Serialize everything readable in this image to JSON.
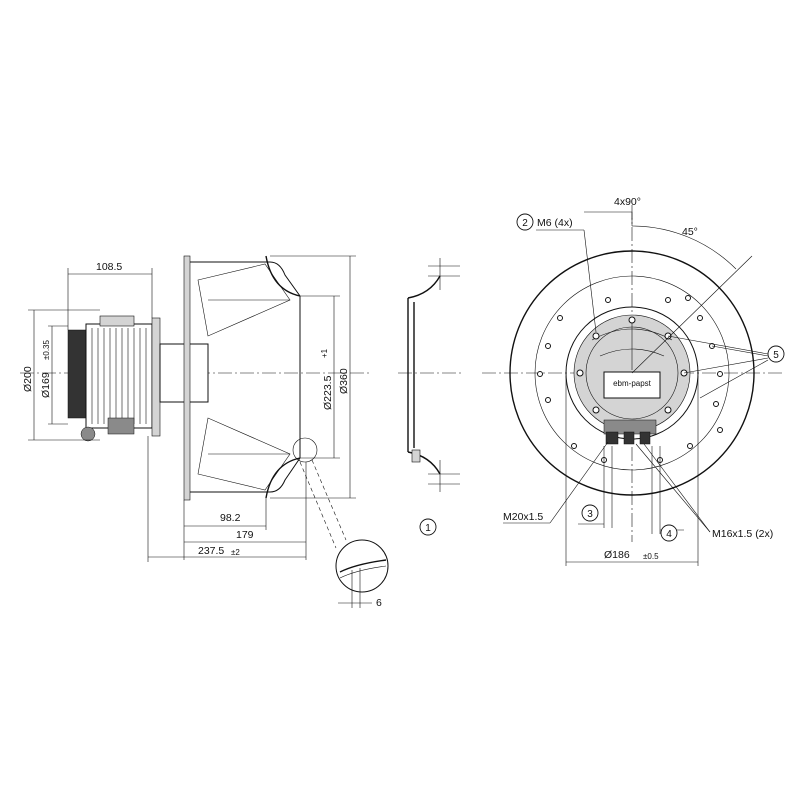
{
  "side_view": {
    "dim_motor_length": "108.5",
    "dim_outer_dia": "Ø200",
    "dim_mount_dia": "Ø169",
    "dim_mount_tol": "±0.35",
    "dim_impeller_depth": "98.2",
    "dim_depth_179": "179",
    "dim_total_depth": "237.5",
    "dim_total_tol": "±2",
    "dim_inlet_dia": "Ø223.5",
    "dim_inlet_tol": "+1",
    "dim_impeller_dia": "Ø360",
    "dim_detail_gap": "6"
  },
  "inlet_ring": {
    "balloon": "1"
  },
  "front_view": {
    "angle_pitch": "4x90°",
    "angle_offset": "45°",
    "thread_m6": "M6 (4x)",
    "balloon_2": "2",
    "balloon_3": "3",
    "balloon_4": "4",
    "balloon_5": "5",
    "thread_m20": "M20x1.5",
    "thread_m16": "M16x1.5 (2x)",
    "dim_hole_circle": "Ø186",
    "dim_hole_tol": "±0.5",
    "brand_logo_text": "ebm-papst"
  }
}
